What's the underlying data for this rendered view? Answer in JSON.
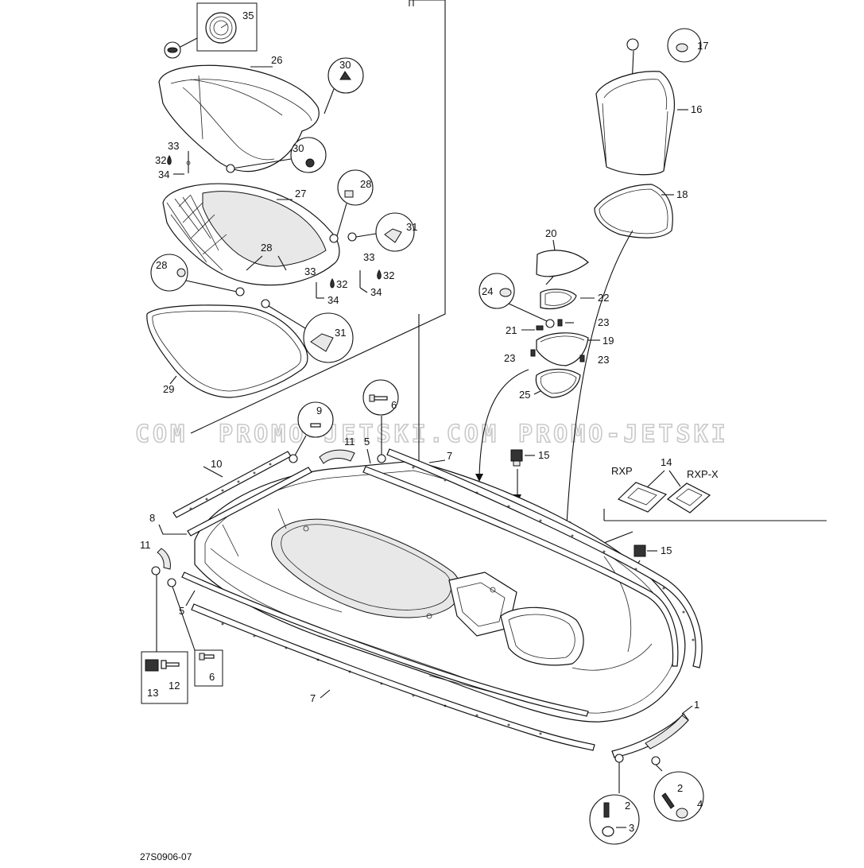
{
  "watermark": {
    "left": "COM",
    "middle": "PROMO-JETSKI.COM",
    "right": "PROMO-JETSKI"
  },
  "drawing_code": "27S0906-07",
  "variants": {
    "rxp": "RXP",
    "rxpx": "RXP-X"
  },
  "labels": {
    "p1": "1",
    "p2a": "2",
    "p2b": "2",
    "p3": "3",
    "p4": "4",
    "p5a": "5",
    "p5b": "5",
    "p6a": "6",
    "p6b": "6",
    "p7a": "7",
    "p7b": "7",
    "p8": "8",
    "p9": "9",
    "p10": "10",
    "p11a": "11",
    "p11b": "11",
    "p12": "12",
    "p13": "13",
    "p14": "14",
    "p15a": "15",
    "p15b": "15",
    "p16": "16",
    "p17": "17",
    "p18": "18",
    "p19": "19",
    "p20": "20",
    "p21": "21",
    "p22": "22",
    "p23a": "23",
    "p23b": "23",
    "p23c": "23",
    "p24": "24",
    "p25": "25",
    "p26": "26",
    "p27": "27",
    "p28a": "28",
    "p28b": "28",
    "p28c": "28",
    "p29": "29",
    "p30a": "30",
    "p30b": "30",
    "p31a": "31",
    "p31b": "31",
    "p32a": "32",
    "p32b": "32",
    "p32c": "32",
    "p33a": "33",
    "p33b": "33",
    "p33c": "33",
    "p34a": "34",
    "p34b": "34",
    "p34c": "34",
    "p35": "35"
  },
  "colors": {
    "line": "#111111",
    "watermark": "#c9c9c9",
    "background": "#ffffff"
  }
}
